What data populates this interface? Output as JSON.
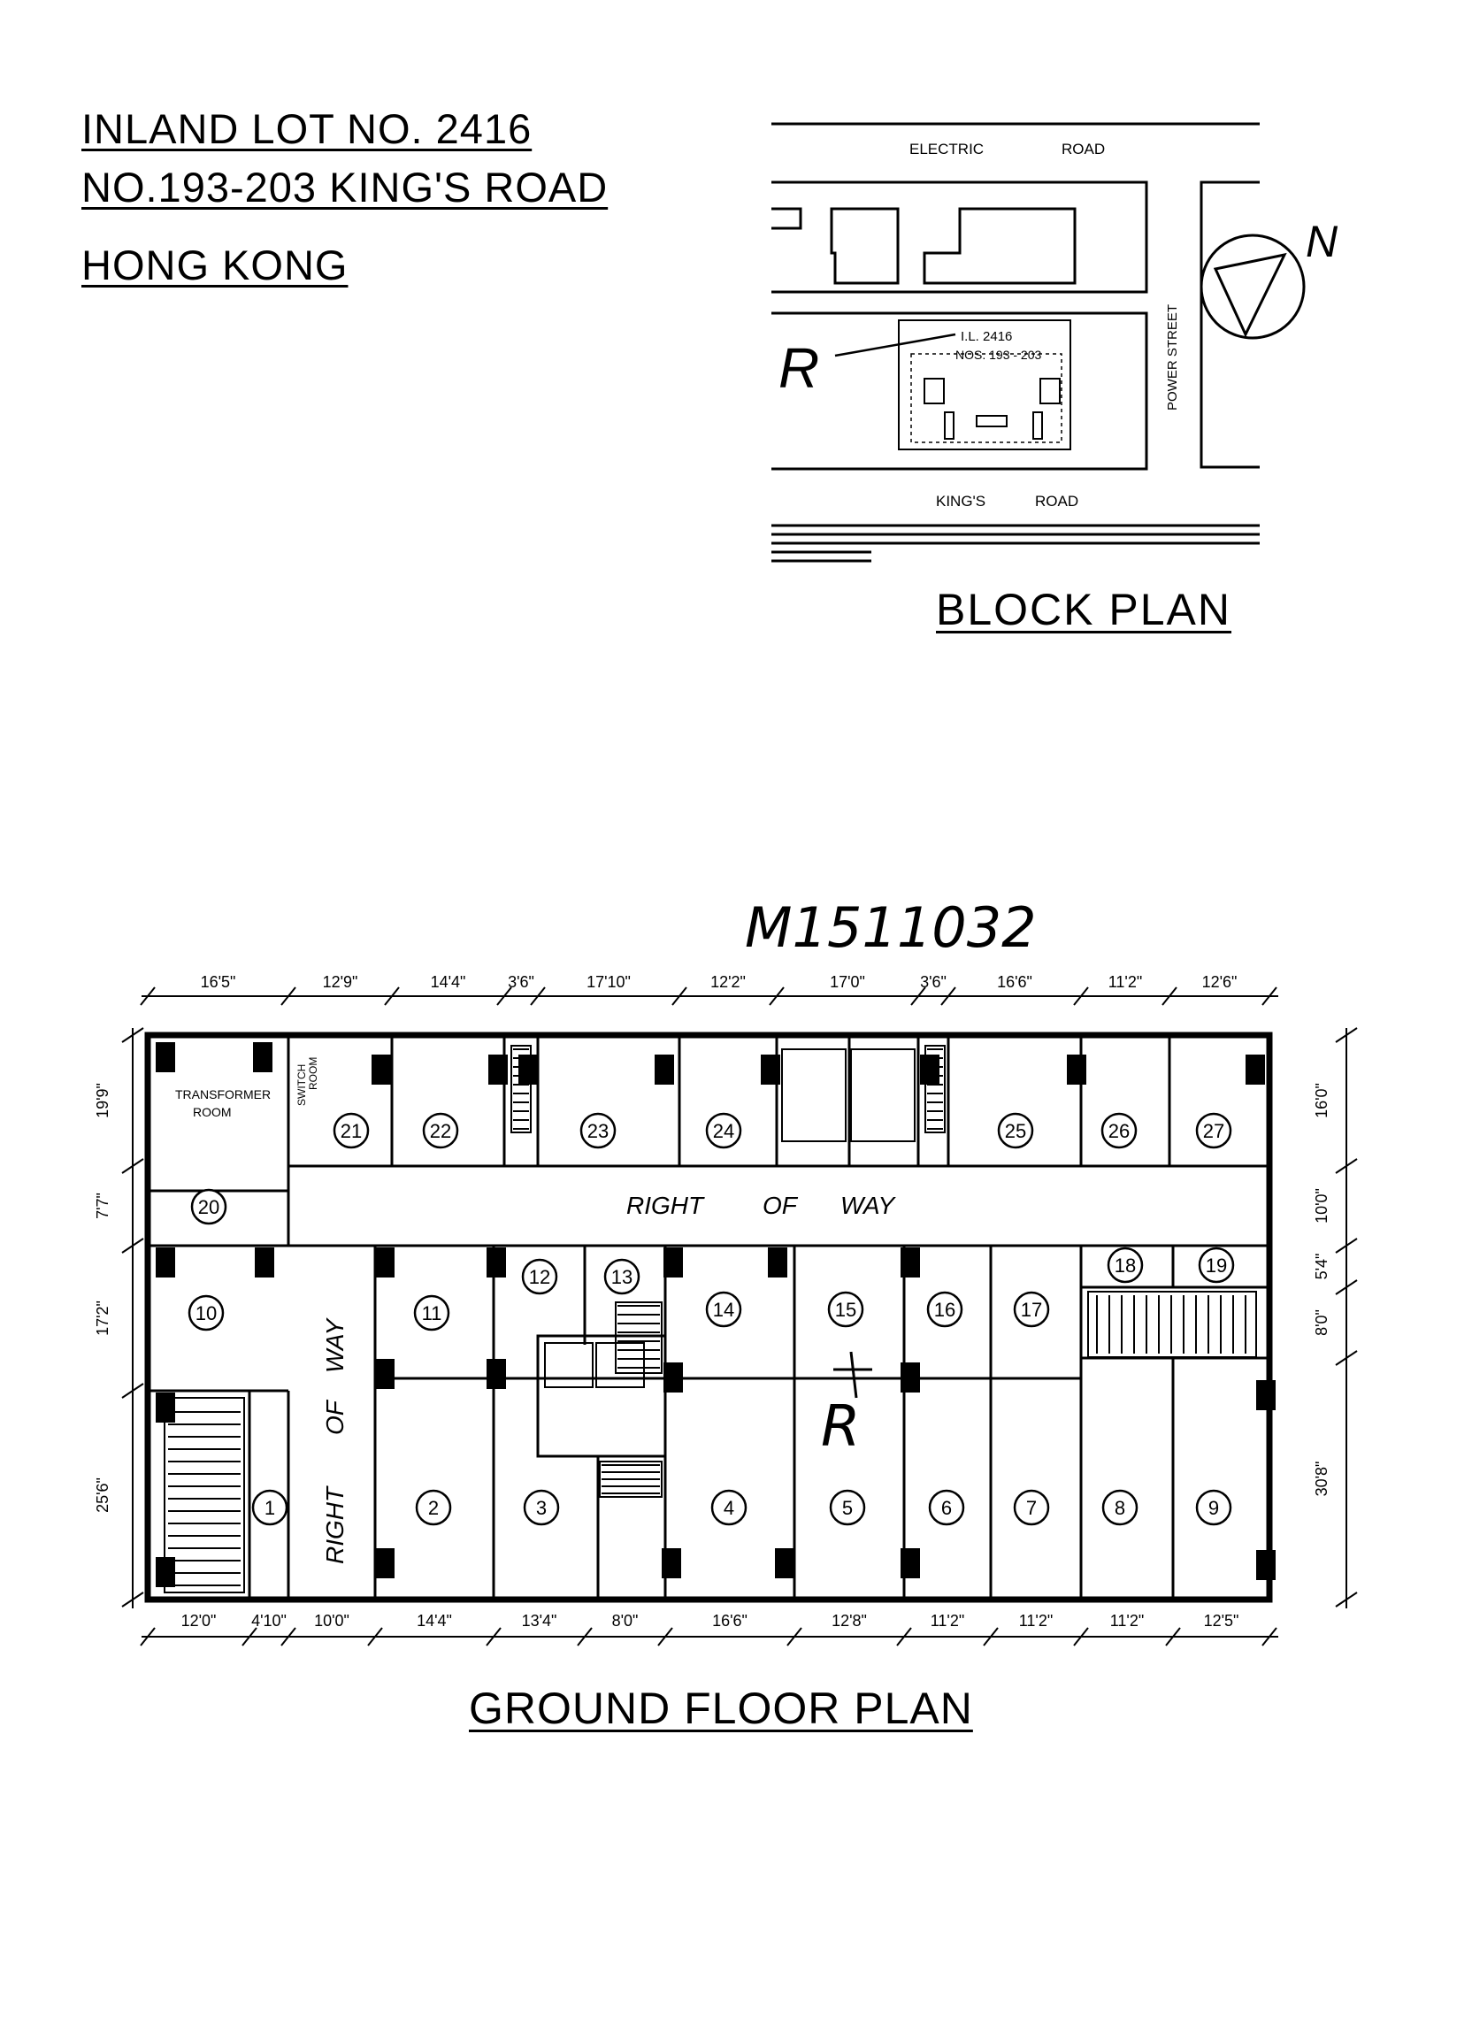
{
  "title": {
    "line1": "INLAND LOT NO. 2416",
    "line2": "NO.193-203 KING'S ROAD",
    "line3": "HONG KONG"
  },
  "block_plan": {
    "heading": "BLOCK PLAN",
    "electric_road": [
      "ELECTRIC",
      "ROAD"
    ],
    "kings_road": [
      "KING'S",
      "ROAD"
    ],
    "power_street": "POWER STREET",
    "lot_label": "I.L. 2416",
    "lot_numbers": "NOS. 193 - 203",
    "marker": "R",
    "north": "N"
  },
  "ground_floor": {
    "heading": "GROUND FLOOR PLAN",
    "reference": "M1511032",
    "marker": "R",
    "labels": {
      "right_of_way_top": [
        "RIGHT",
        "OF",
        "WAY"
      ],
      "right_of_way_side": [
        "RIGHT",
        "OF",
        "WAY"
      ],
      "transformer": [
        "TRANSFORMER",
        "ROOM"
      ],
      "switch": [
        "SWITCH",
        "ROOM"
      ]
    },
    "units": [
      "1",
      "2",
      "3",
      "4",
      "5",
      "6",
      "7",
      "8",
      "9",
      "10",
      "11",
      "12",
      "13",
      "14",
      "15",
      "16",
      "17",
      "18",
      "19",
      "20",
      "21",
      "22",
      "23",
      "24",
      "25",
      "26",
      "27"
    ],
    "top_dimensions": [
      "16'5\"",
      "12'9\"",
      "14'4\"",
      "3'6\"",
      "17'10\"",
      "12'2\"",
      "17'0\"",
      "3'6\"",
      "16'6\"",
      "11'2\"",
      "12'6\""
    ],
    "bottom_dimensions": [
      "12'0\"",
      "4'10\"",
      "10'0\"",
      "14'4\"",
      "13'4\"",
      "8'0\"",
      "16'6\"",
      "12'8\"",
      "11'2\"",
      "11'2\"",
      "11'2\"",
      "12'5\""
    ],
    "right_dimensions": [
      "16'0\"",
      "10'0\"",
      "5'4\"",
      "8'0\"",
      "30'8\""
    ],
    "left_dimensions": [
      "19'9\"",
      "7'7\"",
      "17'2\"",
      "25'6\""
    ]
  }
}
